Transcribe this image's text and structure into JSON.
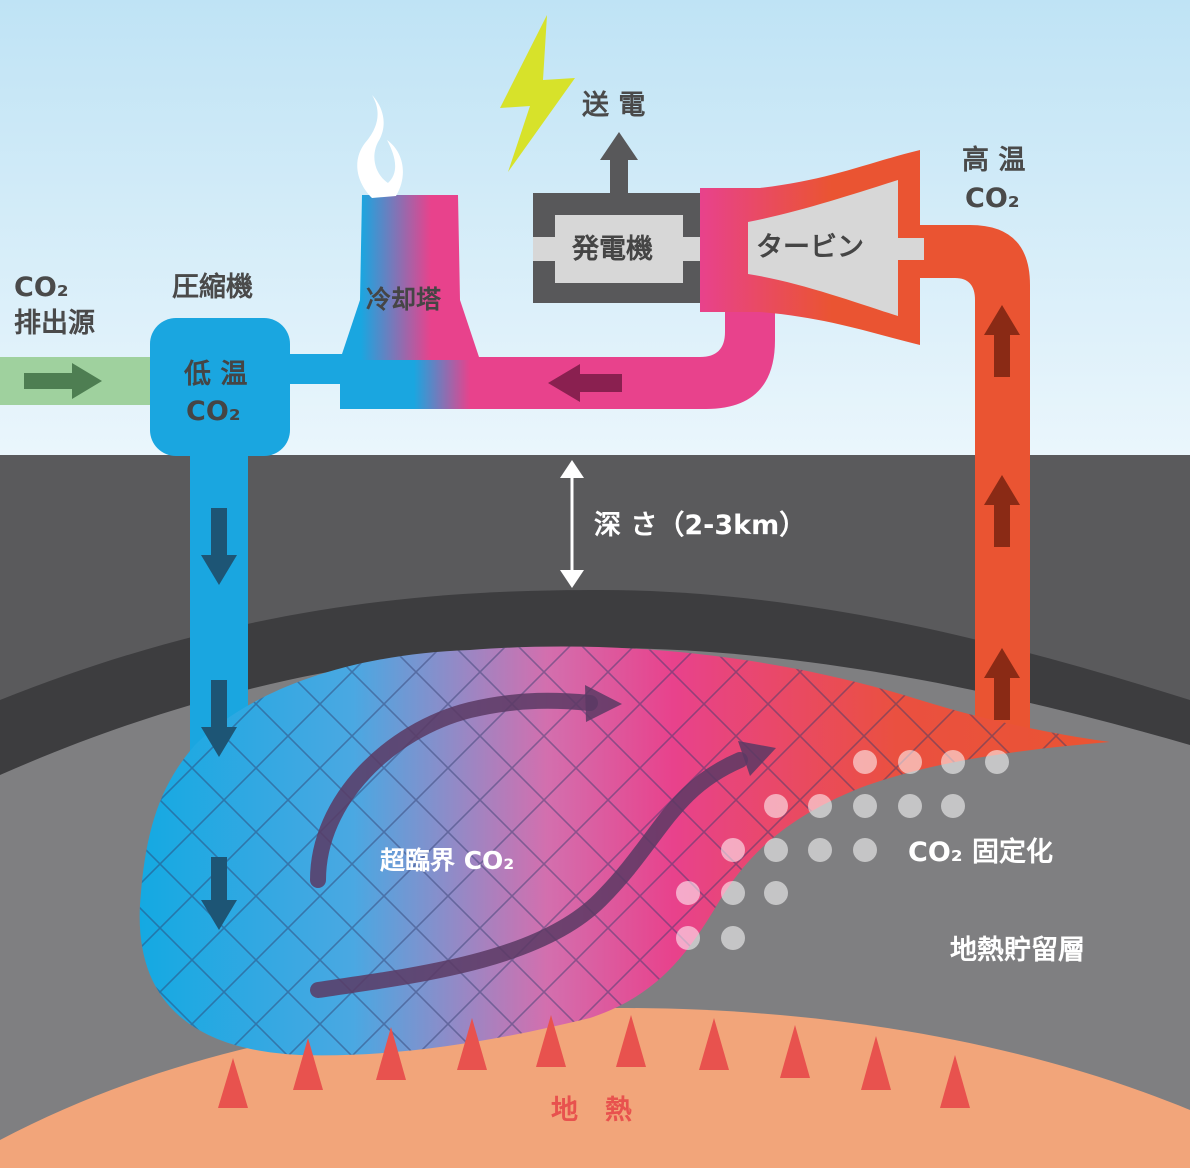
{
  "labels": {
    "co2_source_line1": "CO₂",
    "co2_source_line2": "排出源",
    "compressor": "圧縮機",
    "low_temp_line1": "低 温",
    "low_temp_line2": "CO₂",
    "cooling_tower": "冷却塔",
    "transmission": "送 電",
    "generator": "発電機",
    "turbine": "タービン",
    "high_temp_line1": "高 温",
    "high_temp_line2": "CO₂",
    "depth": "深 さ（2-3km）",
    "supercritical": "超臨界 CO₂",
    "fixation": "CO₂ 固定化",
    "reservoir": "地熱貯留層",
    "geothermal": "地　熱"
  },
  "colors": {
    "sky": "#d9eef8",
    "ground_dark": "#5a5a5c",
    "cap_rock": "#3d3d3f",
    "reservoir_gray": "#7f7f81",
    "magma": "#f2a57a",
    "cold_blue": "#1aa6e0",
    "pink": "#e8428c",
    "hot_red": "#ea5432",
    "green_inflow": "#9fd19e",
    "lightning": "#d7e22a",
    "machine_frame": "#58585a",
    "machine_fill": "#d7d7d7"
  },
  "icons": [
    "lightning-icon",
    "steam-icon",
    "flow-arrow-icon",
    "heat-cone-icon",
    "depth-arrow-icon"
  ]
}
